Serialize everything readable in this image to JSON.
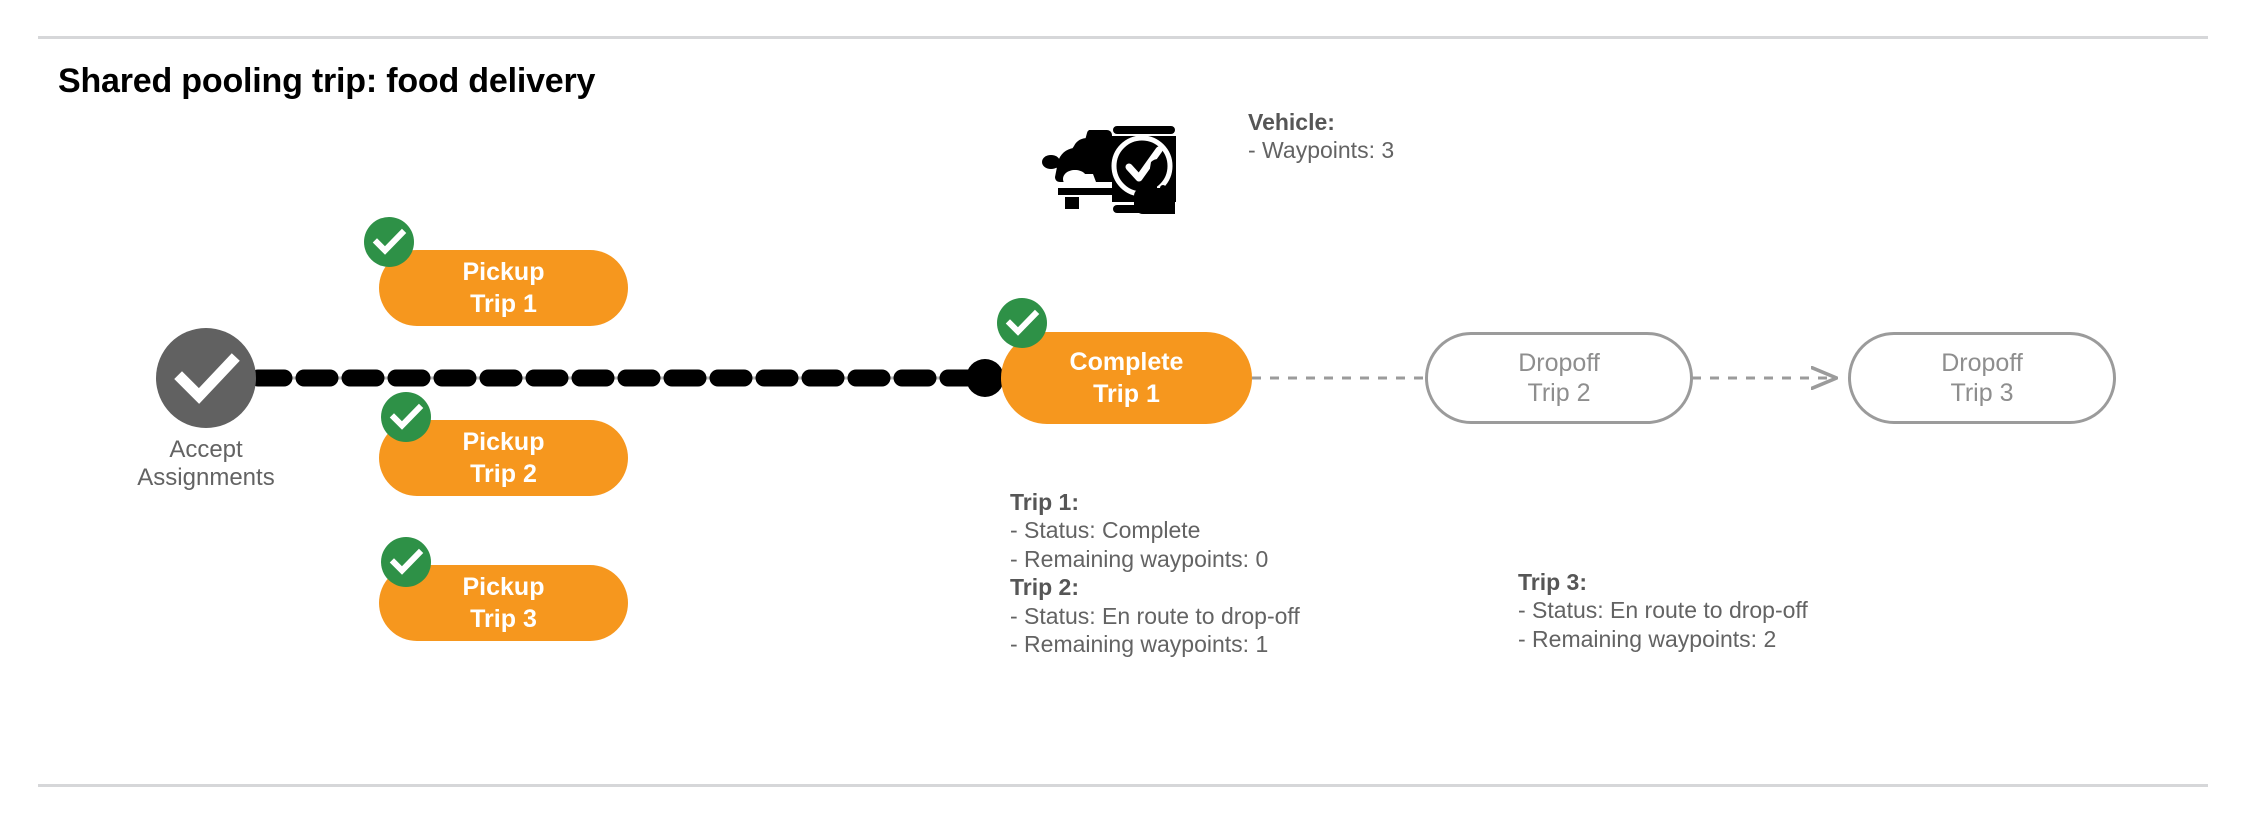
{
  "slide": {
    "title": "Shared pooling trip: food delivery"
  },
  "colors": {
    "orange": "#F6971E",
    "green": "#2E9147",
    "gray_node": "#616161",
    "ghost_border": "#9b9b9b",
    "ghost_text": "#8e8e8e",
    "body_text": "#636363",
    "rule": "#d6d7d9",
    "connector_black": "#000000",
    "connector_gray": "#9b9b9b"
  },
  "start_node": {
    "icon": "check-icon",
    "label_line1": "Accept",
    "label_line2": "Assignments"
  },
  "pickup_nodes": [
    {
      "badge": "check-badge-icon",
      "line1": "Pickup",
      "line2": "Trip 1"
    },
    {
      "badge": "check-badge-icon",
      "line1": "Pickup",
      "line2": "Trip 2"
    },
    {
      "badge": "check-badge-icon",
      "line1": "Pickup",
      "line2": "Trip 3"
    }
  ],
  "complete_node": {
    "badge": "check-badge-icon",
    "line1": "Complete",
    "line2": "Trip 1"
  },
  "dropoff_nodes": [
    {
      "line1": "Dropoff",
      "line2": "Trip 2"
    },
    {
      "line1": "Dropoff",
      "line2": "Trip 3"
    }
  ],
  "vehicle": {
    "icon": "car-phone-check-icon",
    "heading": "Vehicle:",
    "detail": "- Waypoints: 3"
  },
  "trip_details": {
    "left_block": [
      {
        "heading": "Trip 1:",
        "status": "- Status:  Complete",
        "waypoints": "- Remaining waypoints: 0"
      },
      {
        "heading": "Trip 2:",
        "status": "- Status:  En route to drop-off",
        "waypoints": "- Remaining waypoints: 1"
      }
    ],
    "right_block": [
      {
        "heading": "Trip 3:",
        "status": "- Status:  En route to drop-off",
        "waypoints": "- Remaining waypoints: 2"
      }
    ]
  }
}
